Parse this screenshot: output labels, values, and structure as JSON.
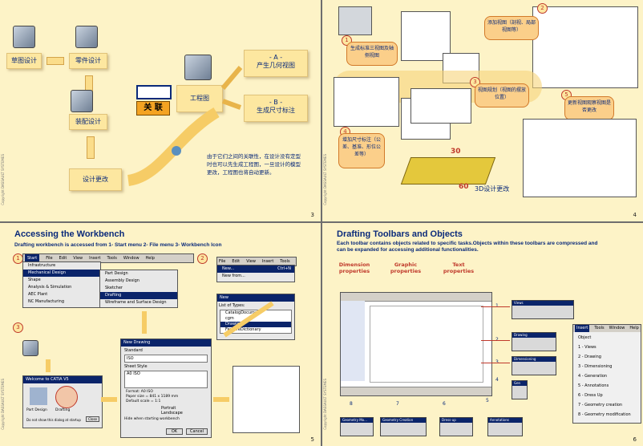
{
  "slide1": {
    "page_number": "3",
    "copyright": "Copyright DASSAULT SYSTEMES",
    "sketch_design": "草图设计",
    "part_design": "零件设计",
    "assembly_design": "装配设计",
    "relation": "关 联",
    "drawing": "工程图",
    "geometry_view": "- A -\n产生几何视图",
    "dimension": "- B -\n生成尺寸标注",
    "design_change": "设计更改",
    "note": "由于它们之间的关联性，在设计没有定型时也可以先生成工程图，一旦设计的模型更改，工程图也将自动更新。"
  },
  "slide2": {
    "page_number": "4",
    "copyright": "Copyright DASSAULT SYSTEMES",
    "callout1": "生成标准三视图及轴侧视图",
    "callout2": "添加视图（剖视、局部视图等）",
    "callout3": "视图规划（视图的摆放位置）",
    "callout4": "增加尺寸标注（公差、基准、形位公差等）",
    "callout5": "更新视图观察视图是否更改",
    "n1": "1",
    "n2": "2",
    "n3": "3",
    "n4": "4",
    "n5": "5",
    "dim30": "30",
    "dim60": "60",
    "change3d": "3D设计更改"
  },
  "slide3": {
    "title": "Accessing the Workbench",
    "subtitle": "Drafting workbench is accessed from 1- Start menu  2- File menu  3- Workbench Icon",
    "page_number": "5",
    "copyright": "Copyright DASSAULT SYSTEMES",
    "n1": "1",
    "n2": "2",
    "n3": "3",
    "menubar": [
      "Start",
      "File",
      "Edit",
      "View",
      "Insert",
      "Tools",
      "Window",
      "Help"
    ],
    "start_menu": [
      "Infrastructure",
      "Mechanical Design",
      "Shape",
      "Analysis & Simulation",
      "AEC Plant",
      "NC Manufacturing"
    ],
    "sub_menu": [
      "Part Design",
      "Assembly Design",
      "Sketcher",
      "Drafting",
      "Wireframe and Surface Design"
    ],
    "file_menubar": [
      "File",
      "Edit",
      "View",
      "Insert",
      "Tools"
    ],
    "file_items": [
      "New...",
      "New from..."
    ],
    "file_shortcut": "Ctrl+N",
    "new_title": "New",
    "new_list_label": "List of Types:",
    "new_list": [
      "CatalogDocument",
      "cgm",
      "Drawing",
      "FeatureDictionary"
    ],
    "welcome_title": "Welcome to CATIA V5",
    "welcome_items": [
      "Part Design",
      "Drafting"
    ],
    "welcome_check": "Do not show this dialog at startup",
    "welcome_close": "Close",
    "nd_title": "New Drawing",
    "nd_standard": "Standard",
    "nd_standard_val": "ISO",
    "nd_sheet_style": "Sheet Style",
    "nd_sheet_val": "A0 ISO",
    "nd_format": "Format: A0 ISO",
    "nd_paper": "Paper size = 841 x 1189 mm",
    "nd_scale": "Default scale = 1:1",
    "nd_portrait": "Portrait",
    "nd_landscape": "Landscape",
    "nd_hide": "Hide when starting workbench",
    "nd_ok": "OK",
    "nd_cancel": "Cancel"
  },
  "slide4": {
    "title": "Drafting Toolbars and Objects",
    "subtitle": "Each toolbar contains objects related to specific tasks.Objects within these toolbars are compressed and can be expanded for accessing additional functionalities.",
    "page_number": "6",
    "copyright": "Copyright DASSAULT SYSTEMES",
    "label_dim": "Dimension properties",
    "label_graphic": "Graphic properties",
    "label_text": "Text properties",
    "toolbars_right": [
      "Views",
      "Drawing",
      "Dimensioning",
      "Gen"
    ],
    "toolbars_bottom": [
      "Geometry Mo...",
      "Geometry Creation",
      "Dress-up",
      "Annotations"
    ],
    "numbers": [
      "1",
      "2",
      "3",
      "4",
      "5",
      "6",
      "7",
      "8"
    ],
    "menu_bar": [
      "Insert",
      "Tools",
      "Window",
      "Help"
    ],
    "menu_items": [
      "Object",
      "1 - Views",
      "2 - Drawing",
      "3 - Dimensioning",
      "4 - Generation",
      "5 - Annotations",
      "6 - Dress Up",
      "7 - Geometry creation",
      "8 - Geometry modification"
    ]
  }
}
